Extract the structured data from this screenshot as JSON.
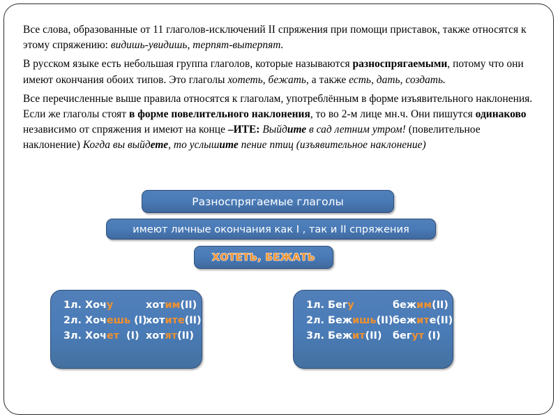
{
  "slide": {
    "language": "ru",
    "colors": {
      "box_fill": "#4a7cb8",
      "box_border": "#2c4f7c",
      "ending_highlight": "#ee9130",
      "text": "#000000",
      "box_text": "#ffffff",
      "frame": "#2b2b2b"
    }
  },
  "prose": {
    "p1": {
      "seg1": "Все слова, образованные от 11 глаголов-исключений II спряжения при помощи приставок, также относятся к этому спряжению: ",
      "seg2_italic": "видишь-увидишь, терпят-вытерпят."
    },
    "p2": {
      "seg1": "В русском языке есть небольшая группа глаголов, которые называются ",
      "seg2_bold": "разноспрягаемыми",
      "seg3": ", потому что они имеют окончания обоих типов. Это глаголы ",
      "seg4_italic": "хотеть, бежать",
      "seg5": ", а также ",
      "seg6_italic": "есть, дать, создать."
    },
    "p3": {
      "seg1": "Все перечисленные выше правила относятся к глаголам, употреблённым в форме изъявительного наклонения. Если же глаголы стоят ",
      "seg2_bold": "в форме повелительного наклонения",
      "seg3": ", то во 2-м лице мн.ч. Они пишутся ",
      "seg4_bold": "одинаково",
      "seg5": " независимо от спряжения и имеют на конце ",
      "seg6_bold": "–ИТЕ:",
      "seg7_italic": " Выйд",
      "seg8_bolditalic": "ите",
      "seg9_italic": " в сад летним утром!",
      "seg10": " (повелительное наклонение) ",
      "seg11_italic": "Когда вы выйд",
      "seg12_bolditalic": "ете",
      "seg13_italic": ", то услыш",
      "seg14_bolditalic": "ите",
      "seg15_italic": " пение птиц (изъявительное наклонение)"
    }
  },
  "boxes": {
    "title": "Разноспрягаемые глаголы",
    "endings": "имеют личные окончания как I , так и II спряжения",
    "verbs": "ХОТЕТЬ, БЕЖАТЬ"
  },
  "conjugations": {
    "hotet": {
      "rows": [
        {
          "sg_person": "1л. Хоч",
          "sg_ending": "у",
          "sg_mark": "",
          "pl_stem": "хот",
          "pl_ending": "им",
          "pl_mark": "(II)"
        },
        {
          "sg_person": "2л. Хоч",
          "sg_ending": "ешь",
          "sg_mark": " (I)",
          "pl_stem": "хот",
          "pl_ending": "ите",
          "pl_mark": "(II)"
        },
        {
          "sg_person": "3л. Хоч",
          "sg_ending": "ет",
          "sg_mark": "  (I)",
          "pl_stem": "хот",
          "pl_ending": "ят",
          "pl_mark": "(II)"
        }
      ]
    },
    "bezhat": {
      "rows": [
        {
          "sg_person": "1л. Бег",
          "sg_ending": "у",
          "sg_mark": "",
          "pl_stem": "беж",
          "pl_ending": "им",
          "pl_mark": "(II)"
        },
        {
          "sg_person": "2л. Беж",
          "sg_ending": "ишь",
          "sg_mark": "(II)",
          "pl_stem": "беж",
          "pl_ending": "ит",
          "pl_mark": "е(II)"
        },
        {
          "sg_person": "3л. Беж",
          "sg_ending": "ит",
          "sg_mark": "(II)",
          "pl_stem": "бег",
          "pl_ending": "ут",
          "pl_mark": " (I)"
        }
      ]
    }
  }
}
